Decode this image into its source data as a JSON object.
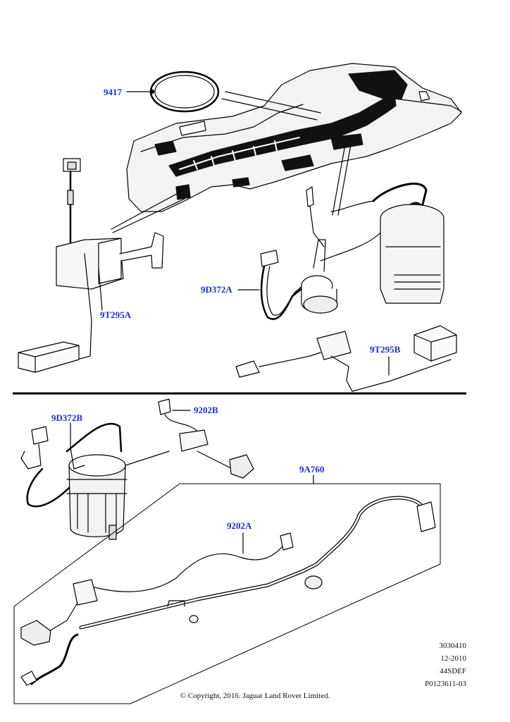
{
  "labels": {
    "p9417": "9417",
    "p9T295A": "9T295A",
    "p9D372A": "9D372A",
    "p9T295B": "9T295B",
    "p9D372B": "9D372B",
    "p9202B": "9202B",
    "p9A760": "9A760",
    "p9202A": "9202A"
  },
  "meta": {
    "code": "3030410",
    "date": "12-2010",
    "variant": "44SDEF",
    "ref": "P0123611-03"
  },
  "copyright": "© Copyright, 2016. Jaguar Land Rover Limited.",
  "colors": {
    "label": "#1a2fd6",
    "line": "#000000",
    "tank": "#f2f2f2"
  }
}
